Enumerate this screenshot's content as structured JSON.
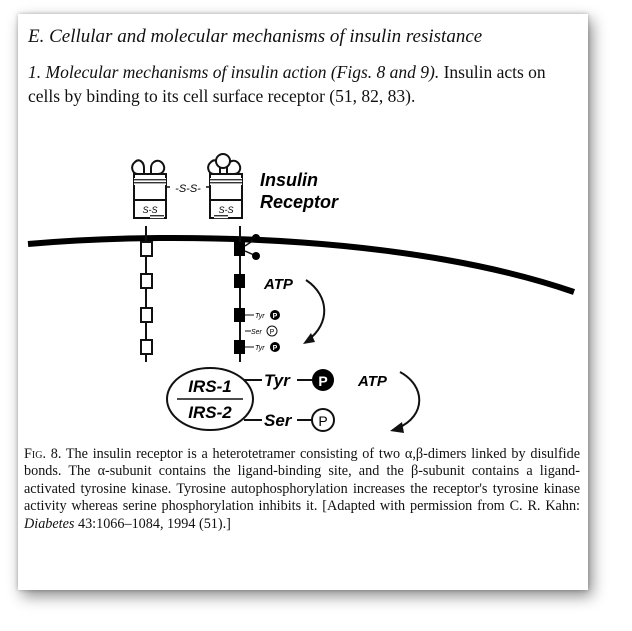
{
  "heading": "E. Cellular and molecular mechanisms of insulin resistance",
  "paragraph": {
    "italic": "1. Molecular mechanisms of insulin action (Figs. 8 and 9).",
    "text": " Insulin acts on cells by binding to its cell surface receptor (51, 82, 83)."
  },
  "figure": {
    "receptor_label_1": "Insulin",
    "receptor_label_2": "Receptor",
    "disulfide": "-S-S-",
    "ss_left": "S-S",
    "ss_right": "S-S",
    "atp_1": "ATP",
    "atp_2": "ATP",
    "tyr_small": "Tyr",
    "ser_small": "Ser",
    "tyr_small_2": "Tyr",
    "p": "P",
    "irs1": "IRS-1",
    "irs2": "IRS-2",
    "tyr": "Tyr",
    "ser": "Ser"
  },
  "caption": {
    "fig_label": "Fig. 8.",
    "text_1": " The insulin receptor is a heterotetramer consisting of two α,β-dimers linked by disulfide bonds. The α-subunit contains the ligand-binding site, and the β-subunit contains a ligand-activated tyrosine kinase. Tyrosine autophosphorylation increases the receptor's tyrosine kinase activity whereas serine phosphorylation inhibits it. [Adapted with permission from C. R. Kahn: ",
    "journal": "Diabetes",
    "text_2": " 43:1066–1084, 1994 (51).]"
  }
}
